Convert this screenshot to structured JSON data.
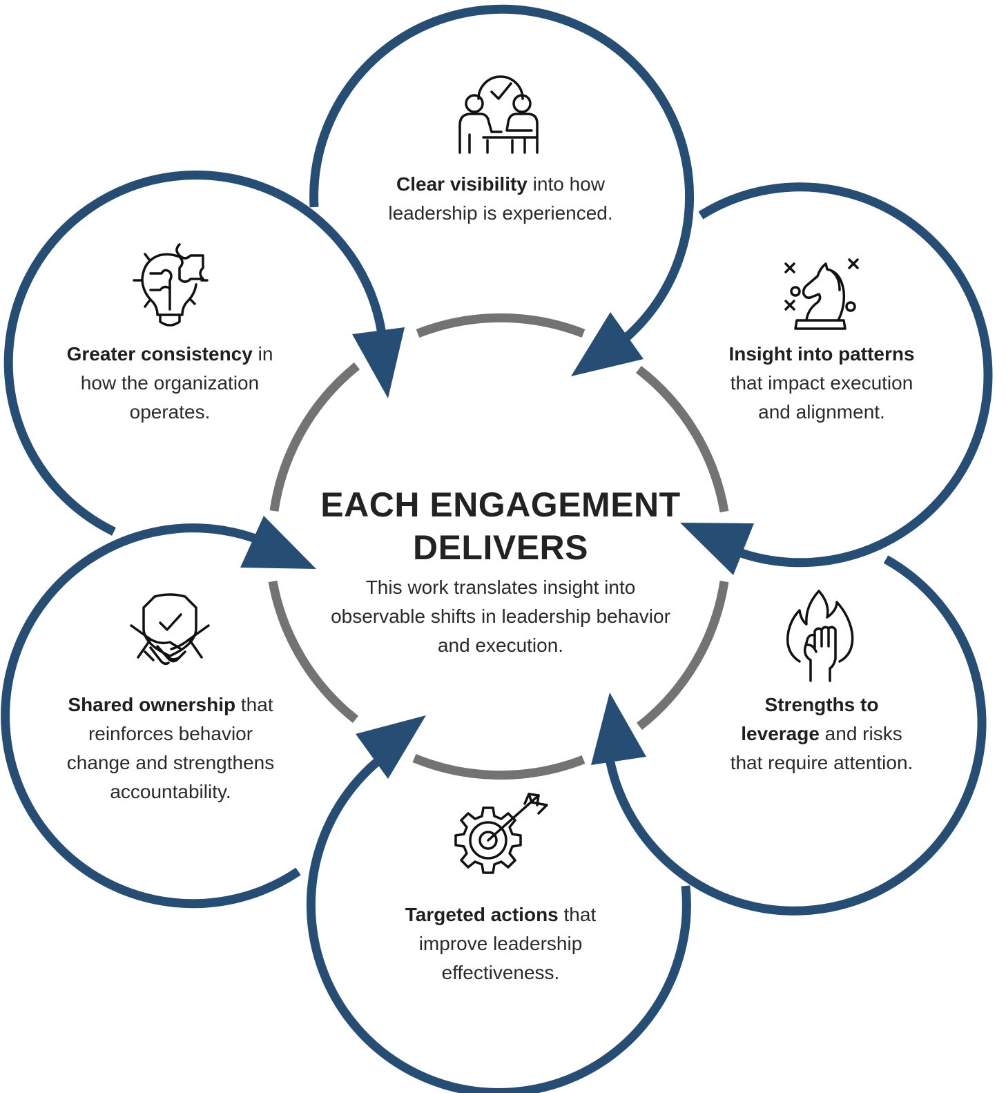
{
  "center": {
    "title_line1": "EACH ENGAGEMENT",
    "title_line2": "DELIVERS",
    "description": "This work translates insight into observable shifts in leadership behavior and execution."
  },
  "nodes": [
    {
      "bold": "Clear visibility",
      "rest": " into how leadership is experienced.",
      "icon": "people-checkmark-icon"
    },
    {
      "bold": "Insight into patterns",
      "rest": " that impact execution and alignment.",
      "icon": "chess-knight-strategy-icon"
    },
    {
      "bold": "Strengths to leverage",
      "rest": " and risks that require attention.",
      "icon": "fist-flame-icon"
    },
    {
      "bold": "Targeted actions",
      "rest": " that improve leadership effectiveness.",
      "icon": "gear-target-arrow-icon"
    },
    {
      "bold": "Shared ownership",
      "rest": " that reinforces behavior change and strengthens accountability.",
      "icon": "shield-handshake-icon"
    },
    {
      "bold": "Greater consistency",
      "rest": " in how the organization operates.",
      "icon": "lightbulb-puzzle-icon"
    }
  ],
  "colors": {
    "outer_ring": "#264d73",
    "inner_ring": "#737373",
    "text": "#222222"
  }
}
